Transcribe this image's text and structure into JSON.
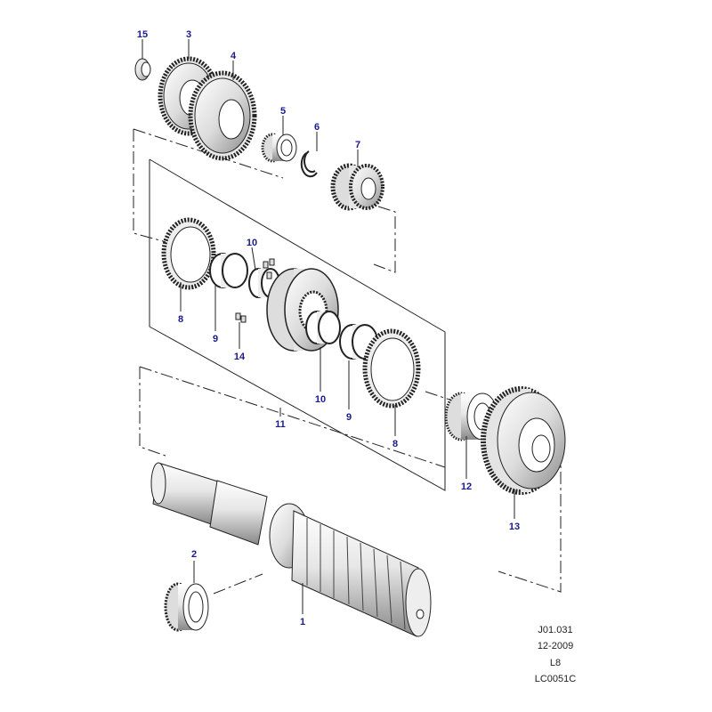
{
  "callouts": {
    "c15": "15",
    "c3": "3",
    "c4": "4",
    "c5": "5",
    "c6": "6",
    "c7": "7",
    "c10a": "10",
    "c8a": "8",
    "c9a": "9",
    "c14": "14",
    "c10b": "10",
    "c9b": "9",
    "c11": "11",
    "c8b": "8",
    "c12": "12",
    "c13": "13",
    "c2": "2",
    "c1": "1"
  },
  "reference": {
    "code": "J01.031",
    "date": "12-2009",
    "model": "L8",
    "sheet": "LC0051C"
  },
  "colors": {
    "line": "#222222",
    "callout": "#1a1a8c",
    "metal_light": "#f2f2f2",
    "metal_dark": "#9a9a9a"
  }
}
